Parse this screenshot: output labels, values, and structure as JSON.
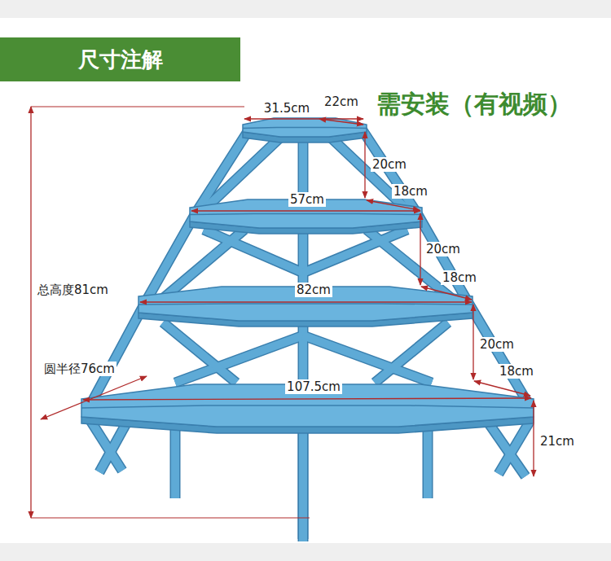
{
  "diagram": {
    "title": "尺寸注解",
    "labels": [
      "需安装（有视频）",
      "31.5cm",
      "22cm",
      "20cm",
      "18cm",
      "57cm",
      "20cm",
      "18cm",
      "82cm",
      "20cm",
      "18cm",
      "107.5cm",
      "21cm",
      "总高度81cm",
      "圆半径76cm"
    ]
  }
}
